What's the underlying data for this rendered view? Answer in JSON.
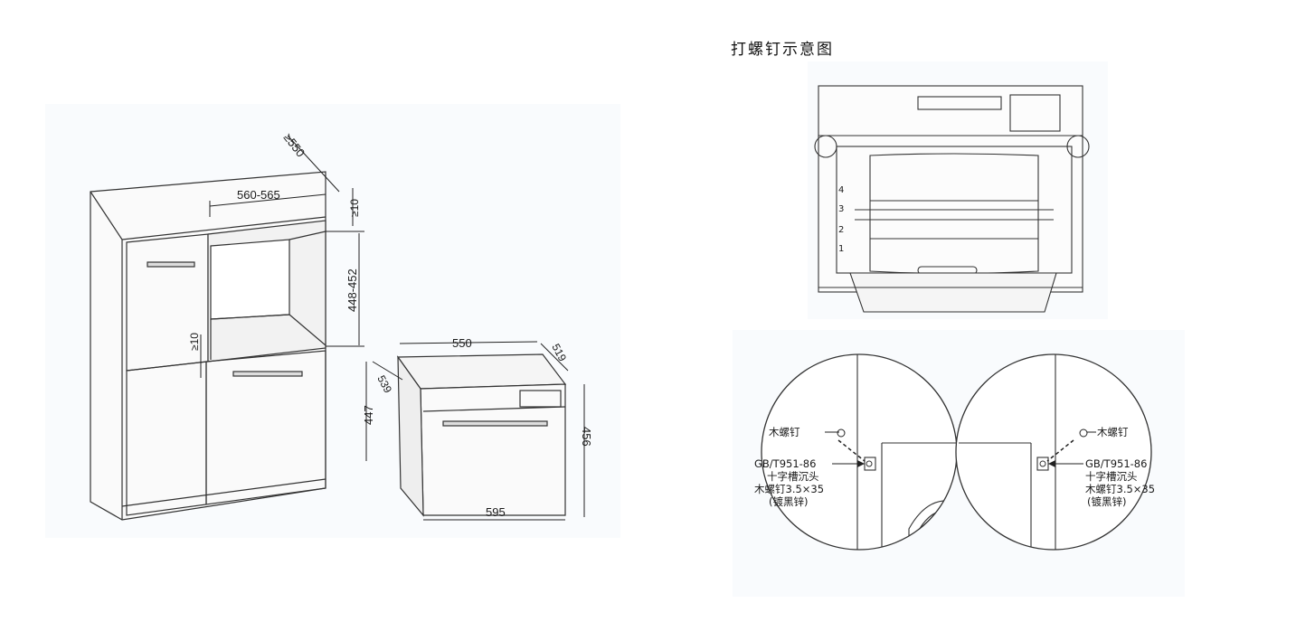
{
  "figure": {
    "title": "打螺钉示意图"
  },
  "cabinet": {
    "dim_depth": "≥550",
    "dim_width": "560-565",
    "dim_top_gap": "≥10",
    "dim_height": "448-452",
    "dim_side_gap": "≥10"
  },
  "oven": {
    "dim_width_top": "550",
    "dim_depth_top": "519",
    "dim_side_depth": "539",
    "dim_height_left": "447",
    "dim_height_right": "456",
    "dim_width_bottom": "595"
  },
  "front_view": {
    "shelf_levels": [
      "4",
      "3",
      "2",
      "1"
    ]
  },
  "detail": {
    "left": {
      "wood_screw": "木螺钉",
      "std_line1": "GB/T951-86",
      "std_line2": "十字槽沉头",
      "std_line3": "木螺钉3.5×35",
      "std_line4": "(镀黑锌)"
    },
    "right": {
      "wood_screw": "木螺钉",
      "std_line1": "GB/T951-86",
      "std_line2": "十字槽沉头",
      "std_line3": "木螺钉3.5×35",
      "std_line4": "(镀黑锌)"
    }
  }
}
